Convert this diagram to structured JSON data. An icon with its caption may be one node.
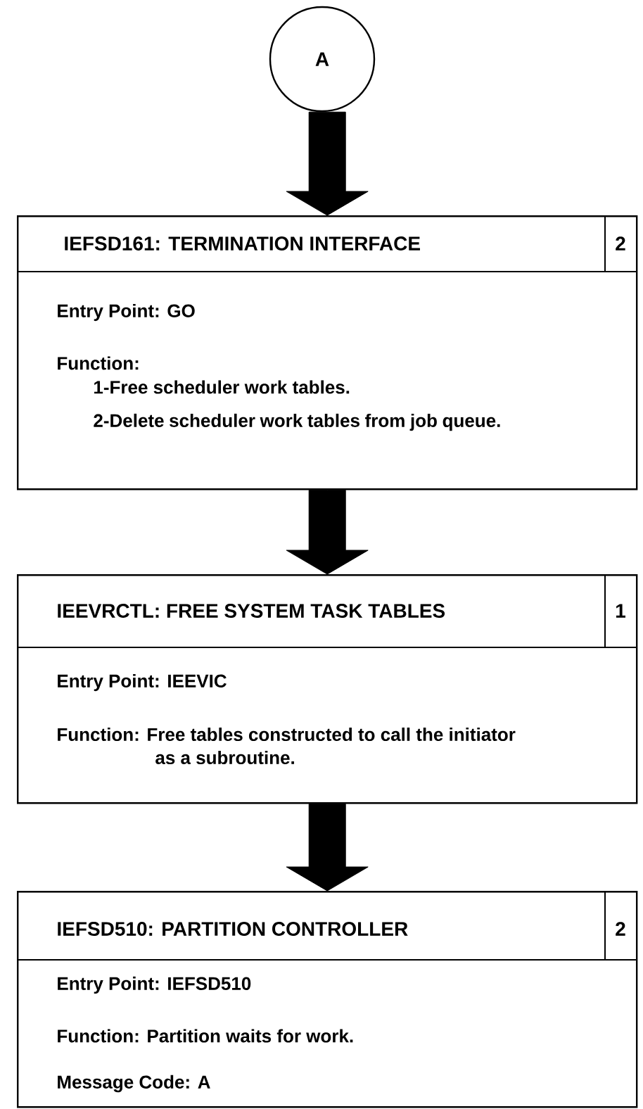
{
  "diagram": {
    "nodes": [
      {
        "text": [
          "A"
        ]
      },
      {
        "text": [
          "IEFSD161:  TERMINATION INTERFACE",
          "2",
          "Entry Point:  GO",
          "Function:",
          "1-Free scheduler work tables.",
          "2-Delete scheduler work tables from job queue."
        ]
      },
      {
        "text": [
          "IEEVRCTL:  FREE SYSTEM TASK TABLES",
          "1",
          "Entry Point:  IEEVIC",
          "Function:  Free tables constructed to call the initiator as a subroutine."
        ]
      },
      {
        "text": [
          "IEFSD510:  PARTITION CONTROLLER",
          "2",
          "Entry Point:  IEFSD510",
          "Function:  Partition waits for work.",
          "Message Code:  A"
        ]
      }
    ],
    "edges": [
      {
        "from": 0,
        "to": 1,
        "arrow": "to"
      },
      {
        "from": 1,
        "to": 2,
        "arrow": "to"
      },
      {
        "from": 2,
        "to": 3,
        "arrow": "to"
      }
    ]
  }
}
